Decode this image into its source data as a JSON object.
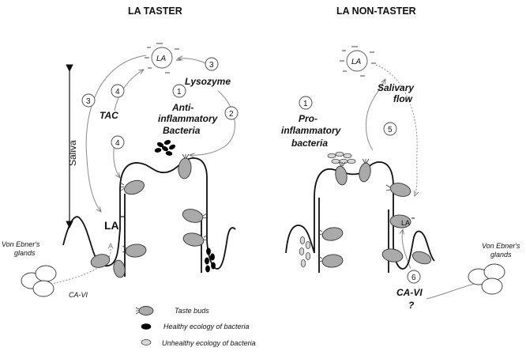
{
  "left_panel": {
    "title": "LA TASTER",
    "la_icon": "LA",
    "la_charge": "LA",
    "tac": "TAC",
    "lysozyme": "Lysozyme",
    "bacteria_line1": "Anti-",
    "bacteria_line2": "inflammatory",
    "bacteria_line3": "Bacteria",
    "saliva": "Saliva",
    "glands_line1": "Von Ebner's",
    "glands_line2": "glands",
    "ca_vi": "CA-VI",
    "step_numbers": [
      "1",
      "2",
      "3",
      "3",
      "4",
      "4"
    ]
  },
  "right_panel": {
    "title": "LA NON-TASTER",
    "la_icon": "LA",
    "la_charge": "LA",
    "salivary_line1": "Salivary",
    "salivary_line2": "flow",
    "bacteria_line1": "Pro-",
    "bacteria_line2": "inflammatory",
    "bacteria_line3": "bacteria",
    "glands_line1": "Von Ebner's",
    "glands_line2": "glands",
    "ca_vi": "CA-VI",
    "question": "?",
    "step_numbers": [
      "1",
      "5",
      "6"
    ]
  },
  "legend": {
    "taste_buds": "Taste buds",
    "healthy": "Healthy ecology of bacteria",
    "unhealthy": "Unhealthy ecology of  bacteria"
  }
}
